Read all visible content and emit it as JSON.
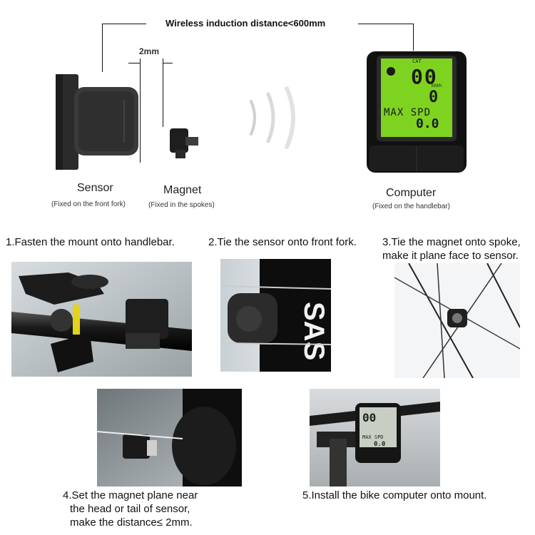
{
  "header": {
    "wireless_distance": "Wireless induction distance<600mm",
    "gap_label": "2mm"
  },
  "components": {
    "sensor": {
      "name": "Sensor",
      "note": "(Fixed on the front fork)"
    },
    "magnet": {
      "name": "Magnet",
      "note": "(Fixed in the spokes)"
    },
    "computer": {
      "name": "Computer",
      "note": "(Fixed on the handlebar)"
    }
  },
  "display": {
    "speed": "00",
    "unit": "KM/h",
    "trip": "0",
    "mode": "MAX SPD",
    "max_value": "0.0",
    "screen_color": "#7ed321"
  },
  "steps": [
    {
      "text": "1.Fasten the mount onto handlebar."
    },
    {
      "text": "2.Tie the sensor onto front fork."
    },
    {
      "line1": "3.Tie the magnet onto spoke,",
      "line2": "make it plane face to sensor."
    },
    {
      "line1": "4.Set the magnet plane near",
      "line2": "the head or tail of sensor,",
      "line3": "make the distance≤ 2mm."
    },
    {
      "text": "5.Install the bike computer onto mount."
    }
  ]
}
